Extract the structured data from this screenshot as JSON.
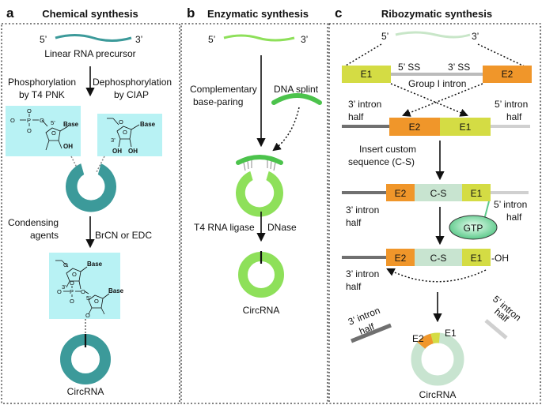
{
  "colors": {
    "teal": "#3c9a9a",
    "light_green": "#8ee05a",
    "green": "#4cc34c",
    "pale_green": "#c8e6c8",
    "exon_yellow": "#d4dc44",
    "exon_orange": "#f0962a",
    "cs_box": "#c8e4d0",
    "light_blue": "#b8f2f4",
    "dark_gray": "#707070",
    "light_gray": "#d0d0d0"
  },
  "panel_a": {
    "letter": "a",
    "title": "Chemical synthesis",
    "five_prime": "5’",
    "three_prime": "3’",
    "precursor": "Linear RNA precursor",
    "phos_1": "Phosphorylation",
    "phos_2": "by T4 PNK",
    "dephos_1": "Dephosphorylation",
    "dephos_2": "by CIAP",
    "condense_1": "Condensing",
    "condense_2": "agents",
    "reagent": "BrCN or EDC",
    "product": "CircRNA",
    "chem": {
      "base": "Base",
      "oh": "OH",
      "o": "O",
      "p": "P",
      "c5": "5’",
      "c3": "3’"
    }
  },
  "panel_b": {
    "letter": "b",
    "title": "Enzymatic synthesis",
    "five_prime": "5’",
    "three_prime": "3’",
    "comp_1": "Complementary",
    "comp_2": "base-paring",
    "splint": "DNA splint",
    "ligase": "T4 RNA ligase",
    "dnase": "DNase",
    "product": "CircRNA"
  },
  "panel_c": {
    "letter": "c",
    "title": "Ribozymatic synthesis",
    "five_prime": "5’",
    "three_prime": "3’",
    "e1": "E1",
    "e2": "E2",
    "ss5": "5’ SS",
    "ss3": "3’ SS",
    "group_intron": "Group I intron",
    "intron3_1": "3’ intron",
    "intron_half": "half",
    "intron5_1": "5’ intron",
    "insert_1": "Insert custom",
    "insert_2": "sequence (C-S)",
    "cs": "C-S",
    "gtp": "GTP",
    "oh": "-OH",
    "product": "CircRNA"
  }
}
